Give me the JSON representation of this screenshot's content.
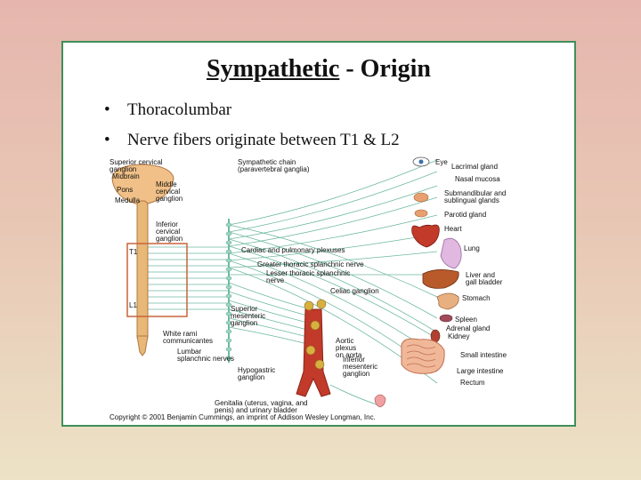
{
  "slide": {
    "title_main": "Sympathetic",
    "title_rest": " - Origin",
    "bullets": [
      "Thoracolumbar",
      "Nerve fibers originate between T1 & L2"
    ]
  },
  "diagram": {
    "left_labels": [
      [
        "Superior cervical",
        "ganglion"
      ],
      [
        "Midbrain"
      ],
      [
        "Pons"
      ],
      [
        "Medulla"
      ],
      [
        "Middle",
        "cervical",
        "ganglion"
      ],
      [
        "Inferior",
        "cervical",
        "ganglion"
      ],
      [
        "T1"
      ],
      [
        "L1"
      ],
      [
        "White rami",
        "communicantes"
      ],
      [
        "Lumbar",
        "splanchnic nerves"
      ],
      [
        "Superior",
        "mesenteric",
        "ganglion"
      ],
      [
        "Hypogastric",
        "ganglion"
      ]
    ],
    "center_labels": [
      [
        "Sympathetic chain",
        "(paravertebral ganglia)"
      ],
      [
        "Cardiac and pulmonary plexuses"
      ],
      [
        "Greater thoracic splanchnic nerve"
      ],
      [
        "Lesser thoracic splanchnic",
        "nerve"
      ],
      [
        "Celiac ganglion"
      ],
      [
        "Aortic",
        "plexus",
        "on aorta"
      ],
      [
        "Inferior",
        "mesenteric",
        "ganglion"
      ],
      [
        "Genitalia (uterus, vagina, and",
        "penis) and urinary bladder"
      ]
    ],
    "organs": [
      [
        "Eye"
      ],
      [
        "Lacrimal gland"
      ],
      [
        "Nasal mucosa"
      ],
      [
        "Submandibular and",
        "sublingual glands"
      ],
      [
        "Parotid gland"
      ],
      [
        "Heart"
      ],
      [
        "Lung"
      ],
      [
        "Liver and",
        "gall bladder"
      ],
      [
        "Stomach"
      ],
      [
        "Spleen"
      ],
      [
        "Adrenal gland"
      ],
      [
        "Kidney"
      ],
      [
        "Small intestine"
      ],
      [
        "Large intestine"
      ],
      [
        "Rectum"
      ]
    ],
    "copyright": "Copyright © 2001 Benjamin Cummings, an imprint of Addison Wesley Longman, Inc."
  },
  "colors": {
    "nerve": "#6fb9a0",
    "spinal_cord": "#e8b878",
    "highlight_box": "#c8643c",
    "frame_border": "#3f8f5a",
    "ganglia": "#d8b040",
    "organ_red": "#c23a2a"
  }
}
